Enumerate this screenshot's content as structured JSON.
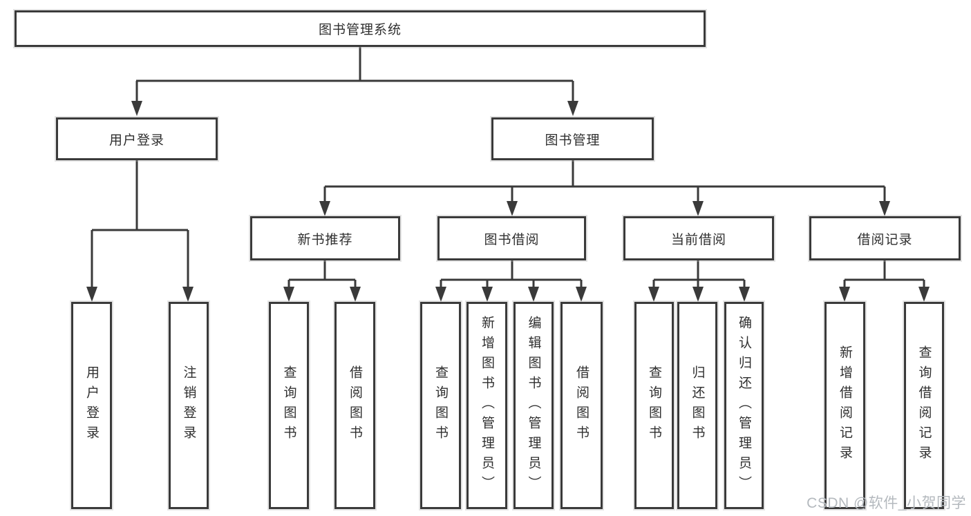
{
  "tree": {
    "root": {
      "label": "图书管理系统",
      "children": [
        {
          "label": "用户登录",
          "children": [
            {
              "label": "用户登录"
            },
            {
              "label": "注销登录"
            }
          ]
        },
        {
          "label": "图书管理",
          "children": [
            {
              "label": "新书推荐",
              "children": [
                {
                  "label": "查询图书"
                },
                {
                  "label": "借阅图书"
                }
              ]
            },
            {
              "label": "图书借阅",
              "children": [
                {
                  "label": "查询图书"
                },
                {
                  "label": "新增图书（管理员）"
                },
                {
                  "label": "编辑图书（管理员）"
                },
                {
                  "label": "借阅图书"
                }
              ]
            },
            {
              "label": "当前借阅",
              "children": [
                {
                  "label": "查询图书"
                },
                {
                  "label": "归还图书"
                },
                {
                  "label": "确认归还（管理员）"
                }
              ]
            },
            {
              "label": "借阅记录",
              "children": [
                {
                  "label": "新增借阅记录"
                },
                {
                  "label": "查询借阅记录"
                }
              ]
            }
          ]
        }
      ]
    }
  },
  "watermark": {
    "text": "CSDN @软件_小贺同学"
  },
  "colors": {
    "line": "#3a3a3a",
    "box_border": "#3a3a3a",
    "box_fill": "#ffffff",
    "text": "#2f2f2f",
    "watermark": "#b4b9be",
    "background": "#ffffff"
  }
}
